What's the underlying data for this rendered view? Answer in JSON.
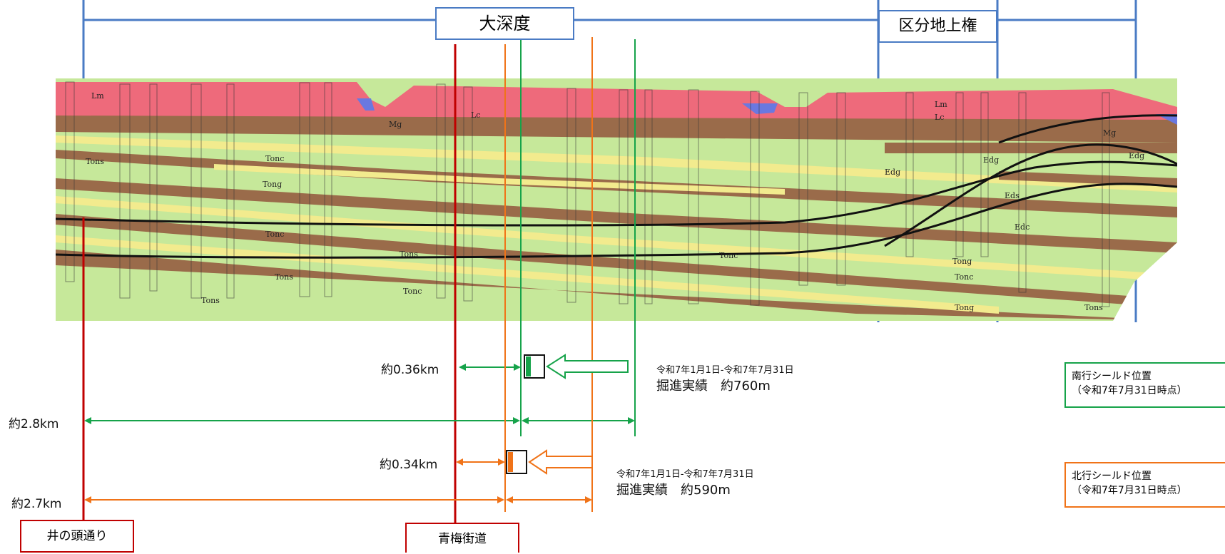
{
  "zones": {
    "deep": "大深度",
    "surface_rights": "区分地上権"
  },
  "strata": {
    "labels": [
      "Lm",
      "Mg",
      "Lc",
      "Tonc",
      "Tons",
      "Tong",
      "Edg",
      "Eds",
      "Edc",
      "Lm",
      "Lc",
      "Mg"
    ]
  },
  "south": {
    "remaining": "約0.36km",
    "total": "約2.8km",
    "period": "令和7年1月1日-令和7年7月31日",
    "progress": "掘進実績　約760m",
    "legend_title": "南行シールド位置",
    "legend_sub": "（令和7年7月31日時点）",
    "color": "#16a34a"
  },
  "north": {
    "remaining": "約0.34km",
    "total": "約2.7km",
    "period": "令和7年1月1日-令和7年7月31日",
    "progress": "掘進実績　約590m",
    "legend_title": "北行シールド位置",
    "legend_sub": "（令和7年7月31日時点）",
    "color": "#f07318"
  },
  "landmarks": {
    "inokashira": "井の頭通り",
    "ome": "青梅街道",
    "color": "#c00000"
  },
  "colors": {
    "zone_line": "#4a7bc4",
    "loam": "#ee6a7b",
    "brown": "#9a6b4a",
    "green": "#c6e89a",
    "yellow": "#f2eb8e"
  }
}
